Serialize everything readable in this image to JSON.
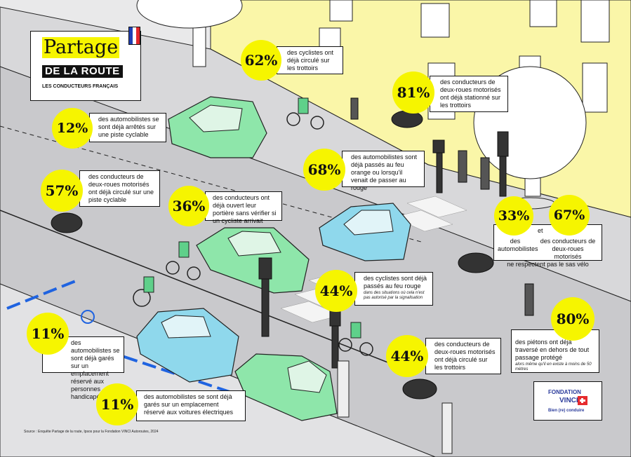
{
  "title": {
    "line1": "Partage",
    "line2": "DE LA ROUTE",
    "line3": "LES CONDUCTEURS FRANÇAIS"
  },
  "flag_colors": [
    "#1f3fb4",
    "#ffffff",
    "#e2262b"
  ],
  "colors": {
    "accent_yellow": "#f6f500",
    "building": "#faf6a8",
    "car_green": "#8ee6aa",
    "car_blue": "#8fd8ec",
    "disabled_parking_blue": "#1f63e0"
  },
  "stats": [
    {
      "id": "cyclists-sidewalk",
      "percent": "62%",
      "text": "des cyclistes ont déjà circulé sur les trottoirs"
    },
    {
      "id": "motorcyclists-parked-sidewalk",
      "percent": "81%",
      "text": "des conducteurs de deux-roues motorisés ont déjà stationné sur les trottoirs"
    },
    {
      "id": "drivers-stopped-bike-lane",
      "percent": "12%",
      "text": "des automobilistes se sont déjà arrêtés sur une piste cyclable"
    },
    {
      "id": "drivers-orange-light",
      "percent": "68%",
      "text": "des automobilistes sont déjà passés au feu orange ou lorsqu'il venait de passer au rouge"
    },
    {
      "id": "motorcyclists-bike-lane",
      "percent": "57%",
      "text": "des conducteurs de deux-roues motorisés ont déjà circulé sur une piste cyclable"
    },
    {
      "id": "door-opening",
      "percent": "36%",
      "text": "des conducteurs ont déjà ouvert leur portière sans vérifier si un cycliste arrivait"
    },
    {
      "id": "cyclists-red-light",
      "percent": "44%",
      "text": "des cyclistes sont déjà passés au feu rouge",
      "note": "dans des situations où cela n'est pas autorisé par la signalisation"
    },
    {
      "id": "motorcyclists-sidewalk",
      "percent": "44%",
      "text": "des conducteurs de deux-roues motorisés ont déjà circulé sur les trottoirs"
    },
    {
      "id": "pedestrians-crossing",
      "percent": "80%",
      "text": "des piétons ont déjà traversé en dehors de tout passage protégé",
      "note": "alors même qu'il en existe à moins de 50 mètres"
    },
    {
      "id": "disabled-parking",
      "percent": "11%",
      "text": "des automobilistes se sont déjà garés sur un emplacement réservé aux personnes handicapées"
    },
    {
      "id": "ev-parking",
      "percent": "11%",
      "text": "des automobilistes se sont déjà garés sur un emplacement réservé aux voitures électriques"
    }
  ],
  "sas_velo": {
    "percent_a": "33%",
    "percent_b": "67%",
    "label_a": "des automobilistes",
    "connector": "et",
    "label_b": "des conducteurs de deux-roues motorisés",
    "text": "ne respectent pas le sas vélo"
  },
  "source": "Source : Enquête Partage de la route, Ipsos pour la Fondation VINCI Autoroutes, 2024",
  "logo": {
    "line1": "FONDATION",
    "line2": "VINCI",
    "line3": "Bien (re) conduire"
  }
}
